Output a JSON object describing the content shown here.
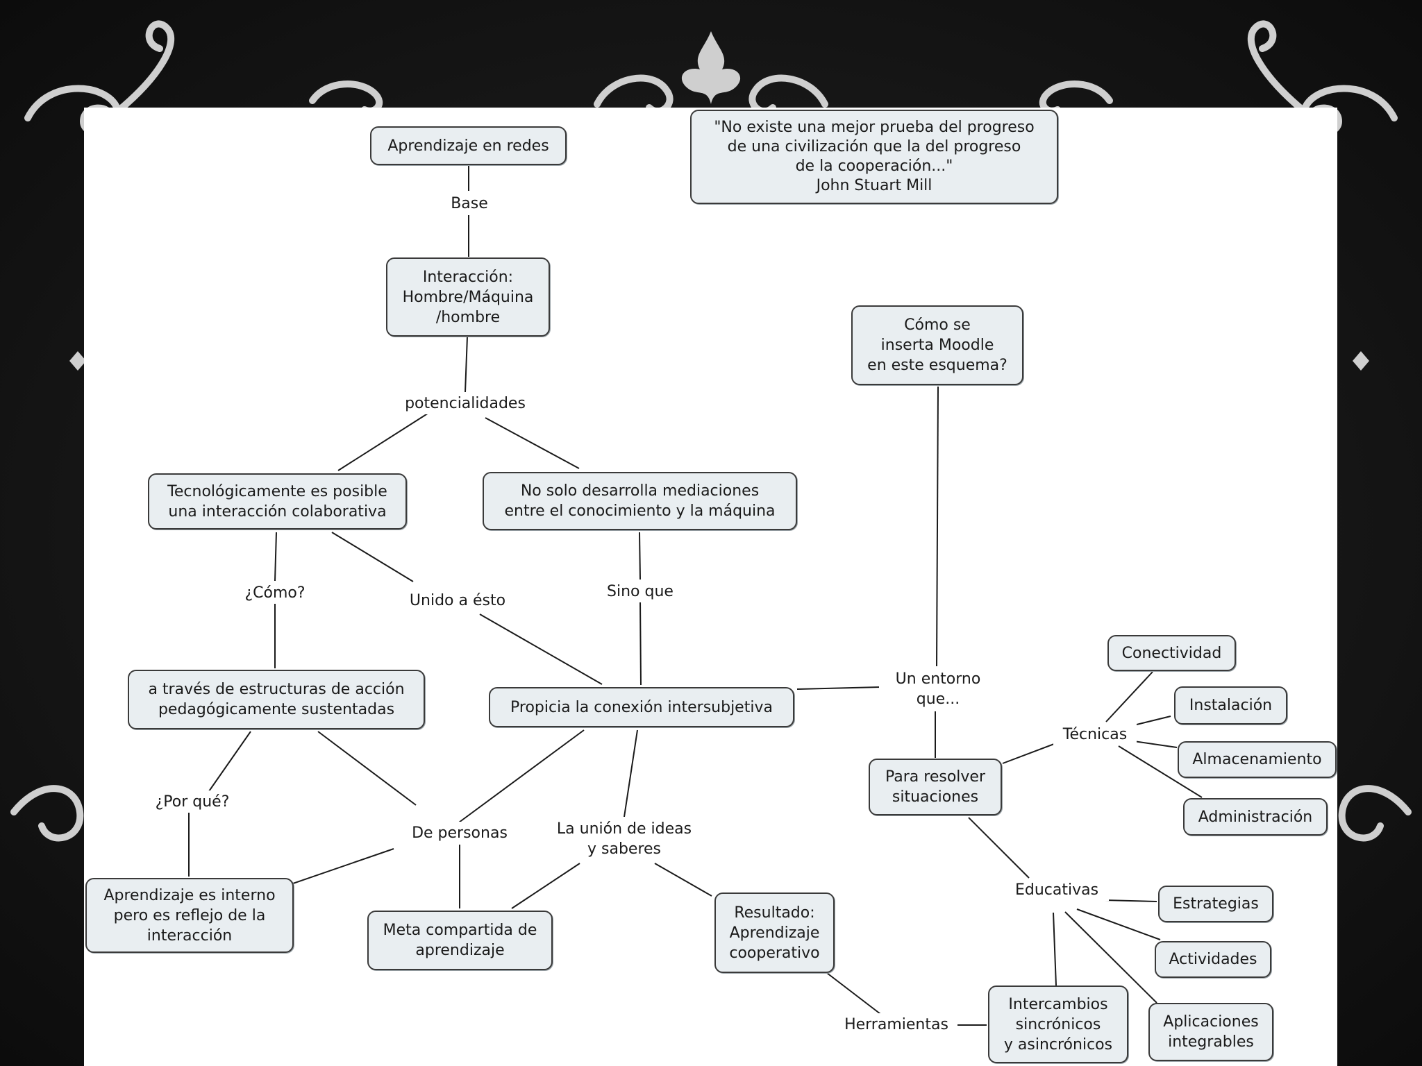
{
  "quote": {
    "text": "\"No existe una mejor prueba del progreso\nde una civilización que la del progreso\nde la cooperación...\"\nJohn Stuart Mill"
  },
  "nodes": {
    "aprendizaje_redes": "Aprendizaje en redes",
    "interaccion": "Interacción:\nHombre/Máquina\n/hombre",
    "tecnologicamente": "Tecnológicamente es posible\nuna interacción colaborativa",
    "no_solo": "No solo desarrolla mediaciones\nentre el conocimiento y la máquina",
    "a_traves": "a través de estructuras de acción\npedagógicamente sustentadas",
    "propicia": "Propicia la conexión intersubjetiva",
    "aprendizaje_interno": "Aprendizaje es interno\npero es reflejo de la\ninteracción",
    "meta_compartida": "Meta compartida de\naprendizaje",
    "resultado": "Resultado:\nAprendizaje\ncooperativo",
    "como_moodle": "Cómo se\ninserta Moodle\nen este esquema?",
    "para_resolver": "Para resolver\nsituaciones",
    "conectividad": "Conectividad",
    "instalacion": "Instalación",
    "almacenamiento": "Almacenamiento",
    "administracion": "Administración",
    "estrategias": "Estrategias",
    "actividades": "Actividades",
    "aplicaciones": "Aplicaciones\nintegrables",
    "intercambios": "Intercambios\nsincrónicos\ny asincrónicos"
  },
  "links": {
    "base": "Base",
    "potencialidades": "potencialidades",
    "como": "¿Cómo?",
    "unido": "Unido a ésto",
    "sino_que": "Sino que",
    "por_que": "¿Por qué?",
    "de_personas": "De personas",
    "union_ideas": "La unión de ideas\ny saberes",
    "un_entorno": "Un entorno\nque...",
    "tecnicas": "Técnicas",
    "educativas": "Educativas",
    "herramientas": "Herramientas"
  },
  "colors": {
    "node_fill": "#e9eef1",
    "node_border": "#3a3a3a",
    "line": "#1a1a1a",
    "background": "#141414",
    "ornament": "#cfcfcf"
  }
}
